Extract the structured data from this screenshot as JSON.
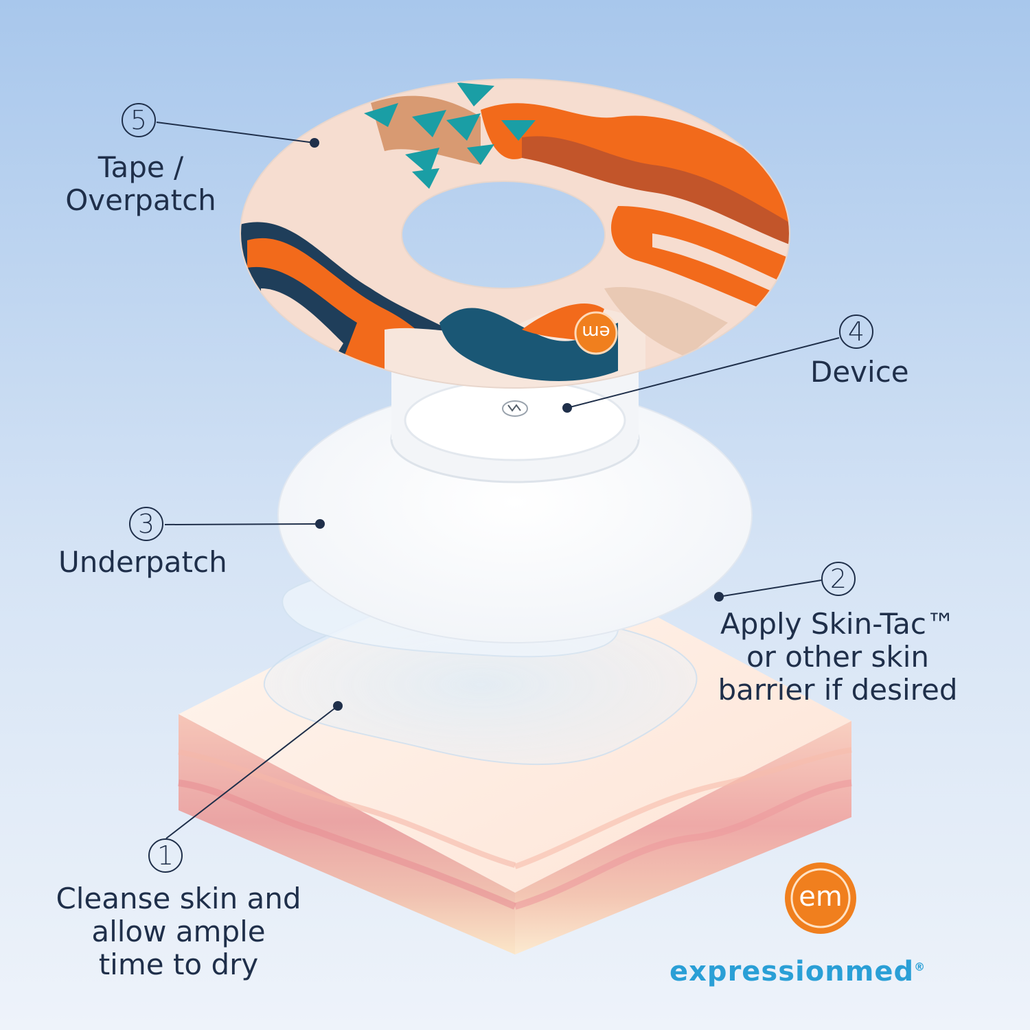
{
  "colors": {
    "sky_top": "#a9c8ec",
    "sky_bottom": "#eaf1fa",
    "ink": "#1f2f4a",
    "brand_blue": "#2a9fd6",
    "brand_orange": "#f07f1e",
    "tape_orange": "#f26a1b",
    "tape_navy": "#1f3e5a",
    "tape_teal": "#1a9ea5",
    "tape_cream": "#f7ddd0",
    "skin_top": "#fde8dc",
    "skin_layer": "#e9a3a3"
  },
  "callouts": [
    {
      "number": "5",
      "lines": [
        "Tape /",
        "Overpatch"
      ]
    },
    {
      "number": "4",
      "lines": [
        "Device"
      ]
    },
    {
      "number": "3",
      "lines": [
        "Underpatch"
      ]
    },
    {
      "number": "2",
      "lines": [
        "Apply Skin-Tac™",
        "or other skin",
        "barrier if desired"
      ]
    },
    {
      "number": "1",
      "lines": [
        "Cleanse skin and",
        "allow ample",
        "time to dry"
      ]
    }
  ],
  "logo": {
    "emblem_text": "em",
    "wordmark": "expressionmed",
    "registered": "®"
  }
}
